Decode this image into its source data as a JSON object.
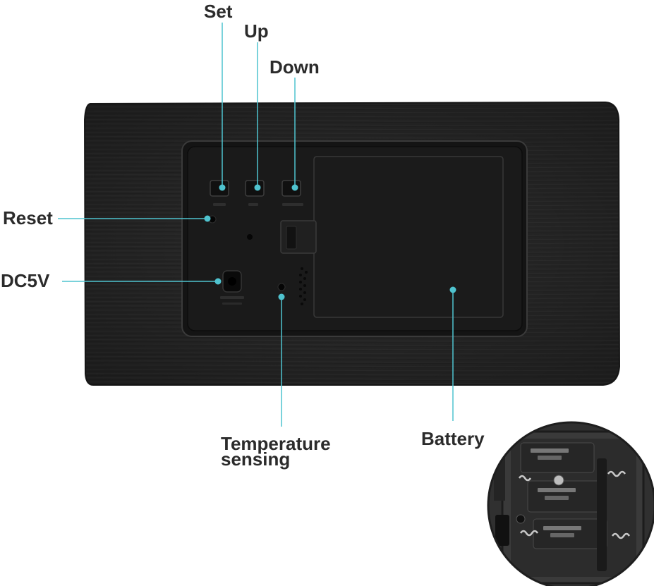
{
  "callouts": {
    "set": "Set",
    "up": "Up",
    "down": "Down",
    "reset": "Reset",
    "dc5v": "DC5V",
    "temperature_line1": "Temperature",
    "temperature_line2": "sensing",
    "battery": "Battery"
  },
  "colors": {
    "callout_line": "#4fc3cf",
    "device_body": "#2a2a2a",
    "device_panel": "#161616",
    "label_text": "#2b2b2b"
  },
  "device": {
    "button_count": 3,
    "inset_battery_count": 3
  }
}
